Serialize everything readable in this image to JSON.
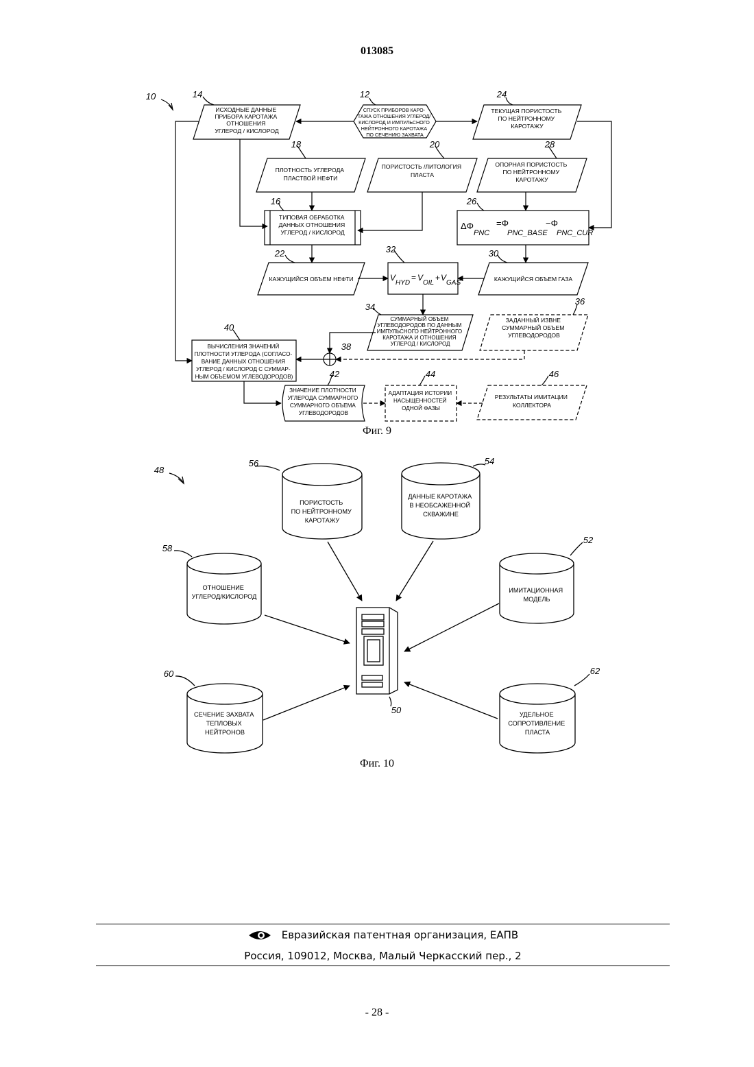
{
  "doc_number": "013085",
  "fig9": {
    "caption": "Фиг. 9",
    "ref_main": "10",
    "nodes": {
      "n12": {
        "ref": "12",
        "lines": [
          "СПУСК ПРИБОРОВ КАРО-",
          "ТАЖА ОТНОШЕНИЯ УГЛЕРОД/",
          "КИСЛОРОД И ИМПУЛЬСНОГО",
          "НЕЙТРОННОГО КАРОТАЖА",
          "ПО СЕЧЕНИЮ ЗАХВАТА"
        ]
      },
      "n14": {
        "ref": "14",
        "lines": [
          "ИСХОДНЫЕ ДАННЫЕ",
          "ПРИБОРА КАРОТАЖА",
          "ОТНОШЕНИЯ",
          "УГЛЕРОД / КИСЛОРОД"
        ]
      },
      "n24": {
        "ref": "24",
        "lines": [
          "ТЕКУЩАЯ ПОРИСТОСТЬ",
          "ПО НЕЙТРОННОМУ",
          "КАРОТАЖУ"
        ]
      },
      "n18": {
        "ref": "18",
        "lines": [
          "ПЛОТНОСТЬ УГЛЕРОДА",
          "ПЛАСТВОЙ НЕФТИ"
        ]
      },
      "n20": {
        "ref": "20",
        "lines": [
          "ПОРИСТОСТЬ /ЛИТОЛОГИЯ",
          "ПЛАСТА"
        ]
      },
      "n28": {
        "ref": "28",
        "lines": [
          "ОПОРНАЯ ПОРИСТОСТЬ",
          "ПО НЕЙТРОННОМУ",
          "КАРОТАЖУ"
        ]
      },
      "n16": {
        "ref": "16",
        "lines": [
          "ТИПОВАЯ ОБРАБОТКА",
          "ДАННЫХ ОТНОШЕНИЯ",
          "УГЛЕРОД / КИСЛОРОД"
        ]
      },
      "n26": {
        "ref": "26",
        "formula": "ΔΦ PNC = Φ PNC_BASE − Φ PNC_CUR"
      },
      "n22": {
        "ref": "22",
        "lines": [
          "КАЖУЩИЙСЯ ОБЪЕМ НЕФТИ"
        ]
      },
      "n32": {
        "ref": "32",
        "formula": "V HYD = V OIL + V GAS"
      },
      "n30": {
        "ref": "30",
        "lines": [
          "КАЖУЩИЙСЯ ОБЪЕМ ГАЗА"
        ]
      },
      "n34": {
        "ref": "34",
        "lines": [
          "СУММАРНЫЙ ОБЪЕМ",
          "УГЛЕВОДОРОДОВ ПО ДАННЫМ",
          "ИМПУЛЬСНОГО НЕЙТРОННОГО",
          "КАРОТАЖА И ОТНОШЕНИЯ",
          "УГЛЕРОД / КИСЛОРОД"
        ]
      },
      "n36": {
        "ref": "36",
        "lines": [
          "ЗАДАННЫЙ ИЗВНЕ",
          "СУММАРНЫЙ ОБЪЕМ",
          "УГЛЕВОДОРОДОВ"
        ]
      },
      "n38": {
        "ref": "38"
      },
      "n40": {
        "ref": "40",
        "lines": [
          "ВЫЧИСЛЕНИЯ ЗНАЧЕНИЙ",
          "ПЛОТНОСТИ УГЛЕРОДА (СОГЛАСО-",
          "ВАНИЕ ДАННЫХ ОТНОШЕНИЯ",
          "УГЛЕРОД / КИСЛОРОД С СУММАР-",
          "НЫМ ОБЪЕМОМ УГЛЕВОДОРОДОВ)"
        ]
      },
      "n42": {
        "ref": "42",
        "lines": [
          "ЗНАЧЕНИЕ ПЛОТНОСТИ",
          "УГЛЕРОДА СУММАРНОГО",
          "СУММАРНОГО ОБЪЕМА",
          "УГЛЕВОДОРОДОВ"
        ]
      },
      "n44": {
        "ref": "44",
        "lines": [
          "АДАПТАЦИЯ ИСТОРИИ",
          "НАСЫЩЕННОСТЕЙ",
          "ОДНОЙ ФАЗЫ"
        ]
      },
      "n46": {
        "ref": "46",
        "lines": [
          "РЕЗУЛЬТАТЫ ИМИТАЦИИ",
          "КОЛЛЕКТОРА"
        ]
      }
    }
  },
  "fig10": {
    "caption": "Фиг. 10",
    "ref_main": "48",
    "server_ref": "50",
    "db": {
      "d56": {
        "ref": "56",
        "lines": [
          "ПОРИСТОСТЬ",
          "ПО НЕЙТРОННОМУ",
          "КАРОТАЖУ"
        ]
      },
      "d54": {
        "ref": "54",
        "lines": [
          "ДАННЫЕ КАРОТАЖА",
          "В НЕОБСАЖЕННОЙ",
          "СКВАЖИНЕ"
        ]
      },
      "d58": {
        "ref": "58",
        "lines": [
          "ОТНОШЕНИЕ",
          "УГЛЕРОД/КИСЛОРОД"
        ]
      },
      "d52": {
        "ref": "52",
        "lines": [
          "ИМИТАЦИОННАЯ",
          "МОДЕЛЬ"
        ]
      },
      "d60": {
        "ref": "60",
        "lines": [
          "СЕЧЕНИЕ ЗАХВАТА",
          "ТЕПЛОВЫХ",
          "НЕЙТРОНОВ"
        ]
      },
      "d62": {
        "ref": "62",
        "lines": [
          "УДЕЛЬНОЕ",
          "СОПРОТИВЛЕНИЕ",
          "ПЛАСТА"
        ]
      }
    }
  },
  "footer": {
    "org": "Евразийская патентная организация, ЕАПВ",
    "address": "Россия, 109012, Москва, Малый Черкасский пер., 2",
    "page": "- 28 -"
  }
}
